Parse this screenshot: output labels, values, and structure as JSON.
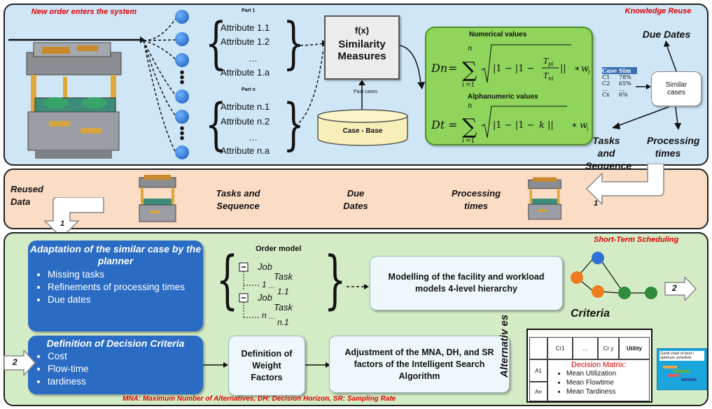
{
  "panel1": {
    "left_title": "New order enters the system",
    "right_title": "Knowledge Reuse",
    "part1_label": "Part 1",
    "partn_label": "Part n",
    "attrs_1": [
      "Attribute 1.1",
      "Attribute 1.2",
      "…",
      "Attribute 1.a"
    ],
    "attrs_n": [
      "Attribute n.1",
      "Attribute n.2",
      "…",
      "Attribute n.a"
    ],
    "fx": "f(x)",
    "similarity_line1": "Similarity",
    "similarity_line2": "Measures",
    "past_cases": "Past cases",
    "case_base": "Case - Base",
    "numerical_title": "Numerical values",
    "alphanumeric_title": "Alphanumeric values",
    "similar_cases": "Similar cases",
    "due_dates": "Due Dates",
    "tasks_sequence": "Tasks and Sequence",
    "processing_times": "Processing times",
    "case_table": {
      "headers": [
        "Case",
        "Sim"
      ],
      "rows": [
        [
          "C1",
          "78%"
        ],
        [
          "C2",
          "65%"
        ],
        [
          "…",
          "…"
        ],
        [
          "Cx",
          "6%"
        ]
      ]
    }
  },
  "panel2": {
    "reused_data": "Reused Data",
    "tasks_sequence": "Tasks and Sequence",
    "due_dates": "Due Dates",
    "processing_times": "Processing times",
    "arrow_number": "1",
    "down_arrow_number": "1"
  },
  "panel3": {
    "right_title": "Short-Term Scheduling",
    "adaptation_title": "Adaptation of the similar case by the planner",
    "adaptation_items": [
      "Missing tasks",
      "Refinements of processing times",
      "Due dates"
    ],
    "order_model_label": "Order model",
    "tree": [
      "Job",
      "Task",
      "1",
      "…",
      "1.1",
      "Job",
      "Task",
      "n",
      "…",
      "n.1"
    ],
    "modelling_text": "Modelling of the facility and workload models 4-level hierarchy",
    "right_arrow_number": "2",
    "criteria_label": "Criteria",
    "decision_criteria_title": "Definition of Decision Criteria",
    "decision_items": [
      "Cost",
      "Flow-time",
      "tardiness"
    ],
    "left_arrow_number": "2",
    "weight_factors": "Definition of Weight Factors",
    "adjustment": "Adjustment of the MNA, DH, and SR factors of the Intelligent Search Algorithm",
    "alternatives_label": "Alternativ es",
    "matrix_headers": [
      "Cr1",
      "…",
      "Cr y",
      "Utility"
    ],
    "matrix_rows": [
      "A1",
      "An"
    ],
    "decision_matrix_title": "Decision Matrix:",
    "decision_matrix_items": [
      "Mean Utilization",
      "Mean Flowtime",
      "Mean Tardiness"
    ],
    "gantt_label": "Gantt chart of best / optimum schedule",
    "footnote": "MNA: Maximum Number of Alternatives, DH: Decision Horizon, SR: Sampling Rate"
  },
  "colors": {
    "panel1_bg": "#cfe6f7",
    "panel2_bg": "#fbdcc4",
    "panel3_bg": "#d4ecc6",
    "formula_bg": "#8fd45b",
    "blue_box": "#2a6cc4",
    "title_red": "#e00000"
  }
}
